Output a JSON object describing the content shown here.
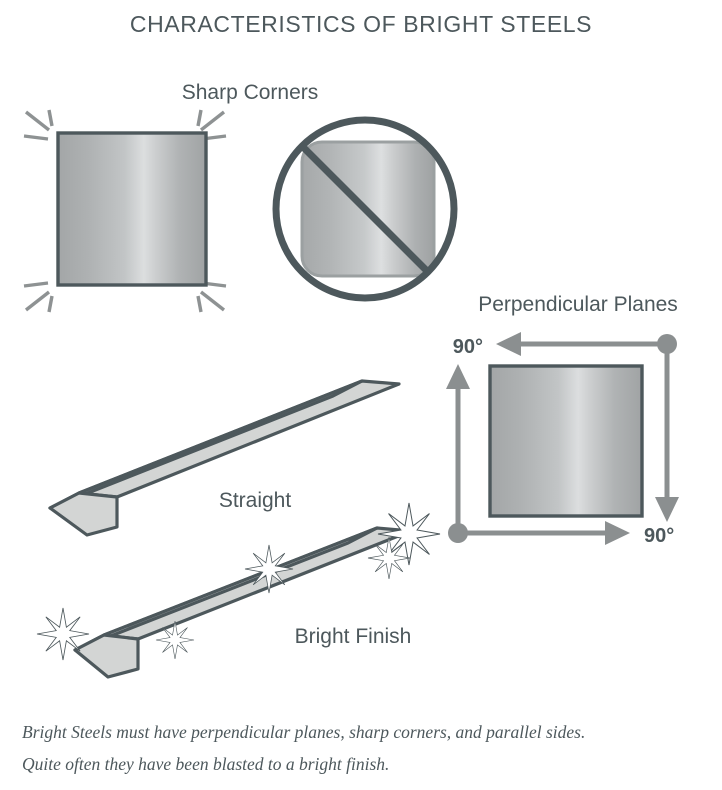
{
  "title": "CHARACTERISTICS OF BRIGHT STEELS",
  "labels": {
    "sharp_corners": "Sharp Corners",
    "perpendicular_planes": "Perpendicular Planes",
    "straight": "Straight",
    "bright_finish": "Bright Finish",
    "angle_top": "90°",
    "angle_bottom": "90°"
  },
  "caption": {
    "line1": "Bright Steels must have perpendicular planes, sharp corners, and parallel sides.",
    "line2": "Quite often they have been blasted to a bright finish."
  },
  "colors": {
    "ink": "#4d585c",
    "metal_dark": "#a6a9aa",
    "metal_light": "#d7d9da",
    "bar_face": "#d3d5d4",
    "arrow_gray": "#8b8f90",
    "sparkle_gray": "#8e9293",
    "background": "#ffffff"
  },
  "icons": {
    "sharp_corner_square": "sharp-corner-square-icon",
    "prohibition": "prohibition-no-rounded-corners-icon",
    "straight_bar": "straight-bar-icon",
    "bright_finish_bar": "bright-finish-bar-icon",
    "perpendicular_square": "perpendicular-planes-square-icon"
  }
}
